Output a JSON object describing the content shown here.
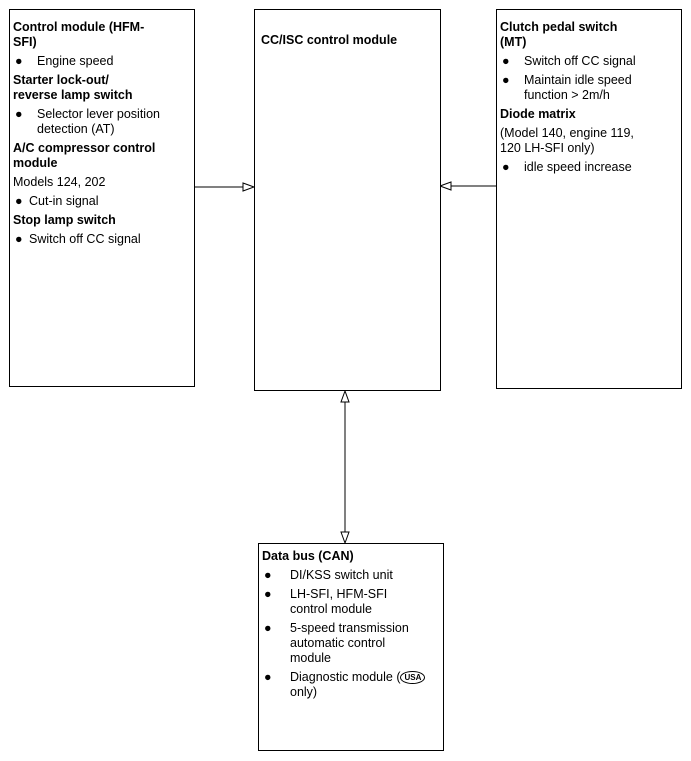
{
  "left_box": {
    "title": "Control module (HFM-SFI)",
    "engine_speed": "Engine  speed",
    "starter_title": "Starter lock-out/ reverse lamp switch",
    "selector": "Selector  lever position detection (AT)",
    "ac_title": "A/C compressor control module",
    "models": "Models 124, 202",
    "cutin": "Cut-in  signal",
    "stop_title": "Stop lamp switch",
    "switch_off": "Switch  off CC signal"
  },
  "center_box": {
    "title": "CC/ISC control module"
  },
  "right_box": {
    "clutch_title": "Clutch pedal switch (MT)",
    "switch_off": "Switch  off CC signal",
    "maintain": "Maintain  idle  speed function > 2m/h",
    "diode_title": "Diode matrix",
    "diode_note": "(Model 140, engine 119, 120 LH-SFI only)",
    "idle_increase": "idle  speed increase"
  },
  "bottom_box": {
    "title": "Data bus (CAN)",
    "item1": "DI/KSS  switch unit",
    "item2": "LH-SFI,  HFM-SFI control module",
    "item3": "5-speed transmission automatic control module",
    "item4": "Diagnostic  module",
    "usa": "USA",
    "only": "only)"
  },
  "bullet": "●"
}
